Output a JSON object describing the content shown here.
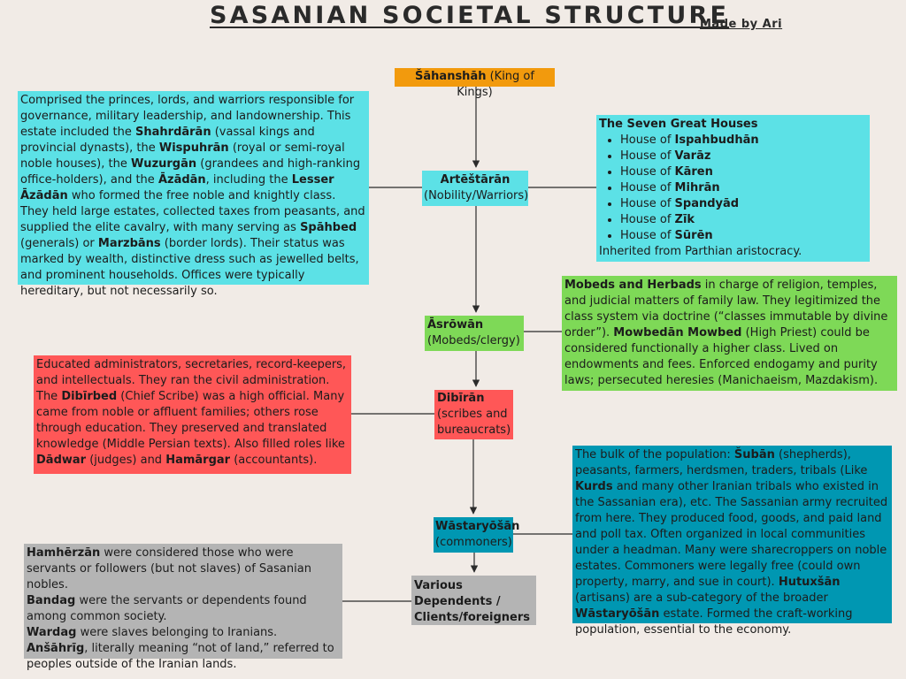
{
  "header": {
    "title": "SASANIAN SOCIETAL STRUCTURE",
    "byline": "Made by Ari"
  },
  "nodes": {
    "king": [
      {
        "text": "Šāhanshāh",
        "bold": true
      },
      {
        "text": " (King of Kings)"
      }
    ],
    "nobility": [
      {
        "text": "Artēštārān",
        "bold": true
      },
      {
        "br": true
      },
      {
        "text": "(Nobility/Warriors)"
      }
    ],
    "clergy": [
      {
        "text": "Āsrōwān",
        "bold": true
      },
      {
        "br": true
      },
      {
        "text": "(Mobeds/clergy)"
      }
    ],
    "scribes": [
      {
        "text": "Dibīrān",
        "bold": true
      },
      {
        "br": true
      },
      {
        "text": "(scribes and"
      },
      {
        "br": true
      },
      {
        "text": "bureaucrats)"
      }
    ],
    "commoners": [
      {
        "text": "Wāstaryōšān",
        "bold": true
      },
      {
        "br": true
      },
      {
        "text": "(commoners)"
      }
    ],
    "dependents": [
      {
        "text": "Various Dependents /",
        "bold": true
      },
      {
        "br": true
      },
      {
        "text": "Clients/foreigners",
        "bold": true
      }
    ]
  },
  "descriptions": {
    "nobility": [
      {
        "text": "Comprised the princes, lords, and warriors responsible for governance, military leadership, and landownership. This estate included the "
      },
      {
        "text": "Shahrdārān",
        "bold": true
      },
      {
        "text": " (vassal kings and provincial dynasts), the "
      },
      {
        "text": "Wispuhrān",
        "bold": true
      },
      {
        "text": " (royal or semi-royal noble houses), the "
      },
      {
        "text": "Wuzurgān",
        "bold": true
      },
      {
        "text": " (grandees and high-ranking office-holders), and the "
      },
      {
        "text": "Āzādān",
        "bold": true
      },
      {
        "text": ", including the "
      },
      {
        "text": "Lesser Āzādān",
        "bold": true
      },
      {
        "text": " who formed the free noble and knightly class. They held large estates, collected taxes from peasants, and supplied the elite cavalry, with many serving as "
      },
      {
        "text": "Spāhbed",
        "bold": true
      },
      {
        "text": " (generals) or "
      },
      {
        "text": "Marzbāns",
        "bold": true
      },
      {
        "text": " (border lords). Their status was marked by wealth, distinctive dress such as jewelled belts, and prominent households. Offices were typically hereditary, but not necessarily so."
      }
    ],
    "houses": {
      "heading": "The Seven Great Houses",
      "items": [
        {
          "prefix": "House of ",
          "name": "Ispahbudhān"
        },
        {
          "prefix": "House of ",
          "name": "Varāz"
        },
        {
          "prefix": "House of ",
          "name": "Kāren"
        },
        {
          "prefix": "House of ",
          "name": "Mihrān"
        },
        {
          "prefix": "House of ",
          "name": "Spandyād"
        },
        {
          "prefix": "House of ",
          "name": "Zīk"
        },
        {
          "prefix": "House of ",
          "name": "Sūrēn"
        }
      ],
      "footer": "Inherited from Parthian aristocracy."
    },
    "clergy": [
      {
        "text": "Mobeds and Herbads",
        "bold": true
      },
      {
        "text": " in charge of religion, temples, and judicial matters of family law. They legitimized the class system via doctrine (“classes immutable by divine order”). "
      },
      {
        "text": "Mowbedān Mowbed",
        "bold": true
      },
      {
        "text": " (High Priest) could be considered functionally a higher class. Lived on endowments and fees. Enforced endogamy and purity laws; persecuted heresies (Manichaeism, Mazdakism)."
      }
    ],
    "scribes": [
      {
        "text": "Educated administrators, secretaries, record-keepers, and intellectuals. They ran the civil administration. The "
      },
      {
        "text": "Dibīrbed",
        "bold": true
      },
      {
        "text": " (Chief Scribe) was a high official. Many came from noble or affluent families; others rose through education. They preserved and translated knowledge (Middle Persian texts). Also filled roles like "
      },
      {
        "text": "Dādwar",
        "bold": true
      },
      {
        "text": " (judges) and "
      },
      {
        "text": "Hamārgar",
        "bold": true
      },
      {
        "text": " (accountants)."
      }
    ],
    "commoners": [
      {
        "text": "The bulk of the population: "
      },
      {
        "text": "Šubān",
        "bold": true
      },
      {
        "text": " (shepherds), peasants, farmers, herdsmen, traders, tribals (Like "
      },
      {
        "text": "Kurds",
        "bold": true
      },
      {
        "text": " and many other Iranian tribals who existed in the Sassanian era), etc. The Sassanian army recruited from here. They produced food, goods, and paid land and poll tax. Often organized in local communities under a headman. Many were sharecroppers on noble estates. Commoners were legally free (could own property, marry, and sue in court). "
      },
      {
        "text": "Hutuxšān",
        "bold": true
      },
      {
        "text": " (artisans) are a sub-category of the broader "
      },
      {
        "text": "Wāstaryōšān",
        "bold": true
      },
      {
        "text": " estate. Formed the craft-working population, essential to the economy."
      }
    ],
    "dependents": [
      {
        "text": "Hamhērzān",
        "bold": true
      },
      {
        "text": " were considered those who were servants or followers (but not slaves) of Sasanian nobles."
      },
      {
        "br": true
      },
      {
        "text": "Bandag",
        "bold": true
      },
      {
        "text": " were the servants or dependents found among common society."
      },
      {
        "br": true
      },
      {
        "text": "Wardag",
        "bold": true
      },
      {
        "text": " were slaves belonging to Iranians."
      },
      {
        "br": true
      },
      {
        "text": "Anšāhrīg",
        "bold": true
      },
      {
        "text": ", literally meaning “not of land,” referred to peoples outside of the Iranian lands."
      }
    ]
  },
  "colors": {
    "king": "#f29a0d",
    "nobility": "#5ce1e6",
    "clergy": "#7ed957",
    "scribes": "#ff5757",
    "commoners": "#0097b2",
    "dependents": "#b4b4b4",
    "background": "#f1ebe6"
  }
}
